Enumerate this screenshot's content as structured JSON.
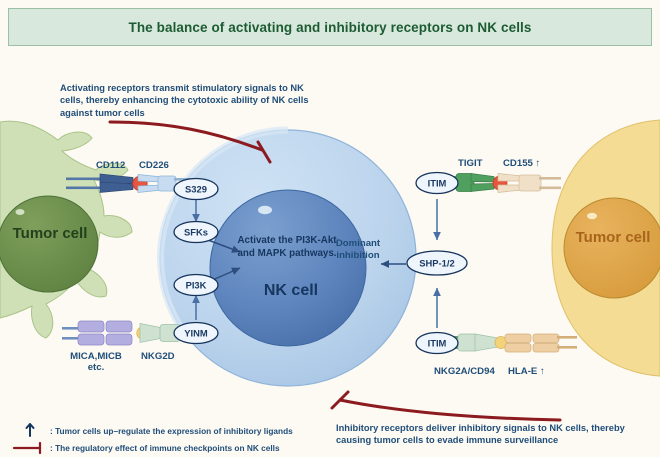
{
  "title": "The balance of activating and inhibitory receptors on NK cells",
  "annotations": {
    "activating_note": "Activating receptors transmit stimulatory signals to NK cells, thereby enhancing the cytotoxic ability of NK cells against tumor cells",
    "inhibitory_note": "Inhibitory receptors deliver inhibitory signals to NK cells, thereby causing tumor cells to evade immune surveillance"
  },
  "cells": {
    "tumor_left": "Tumor cell",
    "tumor_right": "Tumor cell",
    "nk_cell": "NK cell",
    "nucleus_text": "Activate the PI3K-Akt and MAPK pathways.",
    "dominant_inhibition": "Dominant inhibition"
  },
  "receptors": {
    "left": [
      {
        "ligand": "CD112",
        "receptor": "CD226",
        "motif": "S329"
      },
      {
        "ligand": "MICA,MICB etc.",
        "receptor": "NKG2D",
        "motif": "YINM"
      }
    ],
    "right": [
      {
        "motif": "ITIM",
        "receptor": "TIGIT",
        "ligand": "CD155 ↑"
      },
      {
        "motif": "ITIM",
        "receptor": "NKG2A/CD94",
        "ligand": "HLA-E ↑"
      }
    ]
  },
  "signaling_nodes": {
    "s329": "S329",
    "sfks": "SFKs",
    "pi3k": "PI3K",
    "yinm": "YINM",
    "itim_top": "ITIM",
    "itim_bottom": "ITIM",
    "shp": "SHP-1/2"
  },
  "labels": {
    "cd112": "CD112",
    "cd226": "CD226",
    "mica_micb": "MICA,MICB",
    "mica_micb_2": "etc.",
    "nkg2d": "NKG2D",
    "tigit": "TIGIT",
    "cd155": "CD155 ↑",
    "nkg2a": "NKG2A/CD94",
    "hlae": "HLA-E ↑"
  },
  "legend": [
    {
      "symbol": "↑",
      "text": ": Tumor cells up–regulate the expression of inhibitory ligands"
    },
    {
      "symbol": "T-bar",
      "text": ": The regulatory effect of immune checkpoints on NK cells"
    }
  ],
  "colors": {
    "title_bg": "#d8e8dc",
    "title_text": "#1d5c33",
    "background": "#fdf9f3",
    "nk_outer": "#bcd6ee",
    "nk_inner": "#5c85bd",
    "tumor_left": "#cfe0b6",
    "tumor_right": "#f5dc95",
    "text_blue": "#1f4e79",
    "accent_red": "#8c1b20"
  }
}
